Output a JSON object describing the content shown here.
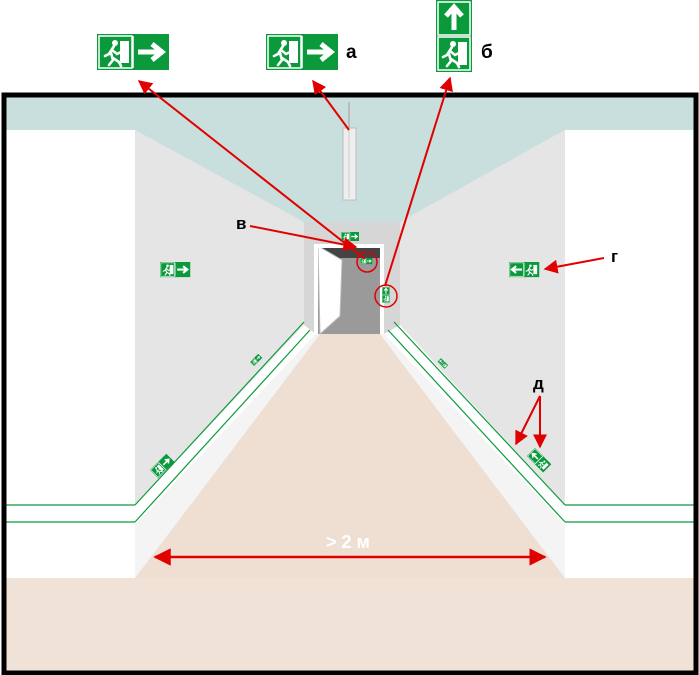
{
  "labels": {
    "a": "а",
    "b": "б",
    "v": "в",
    "g": "г",
    "d": "д"
  },
  "dimension": {
    "text": "> 2 м"
  },
  "colors": {
    "sign_green": "#0a9a3c",
    "arrow_red": "#e00000",
    "ceiling": "#c7dedc",
    "wall": "#e4e4e4",
    "floor": "#efe2d7",
    "floor_near": "#f2e4da"
  },
  "icons": {
    "sign_exit_right": "running-man-right-arrow",
    "sign_exit_up": "up-arrow-over-running-man",
    "sign_exit_left": "left-arrow-running-man"
  }
}
